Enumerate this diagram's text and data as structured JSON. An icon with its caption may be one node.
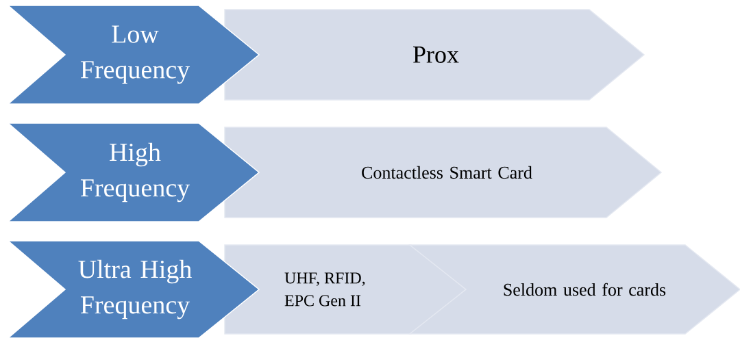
{
  "diagram": {
    "nodes": [
      {
        "text": [
          "Low Frequency"
        ]
      },
      {
        "text": [
          "Prox"
        ]
      },
      {
        "text": [
          "High Frequency"
        ]
      },
      {
        "text": [
          "Contactless Smart Card"
        ]
      },
      {
        "text": [
          "Ultra High Frequency"
        ]
      },
      {
        "text": [
          "UHF, RFID, EPC Gen II"
        ]
      },
      {
        "text": [
          "Seldom used for cards"
        ]
      }
    ]
  }
}
